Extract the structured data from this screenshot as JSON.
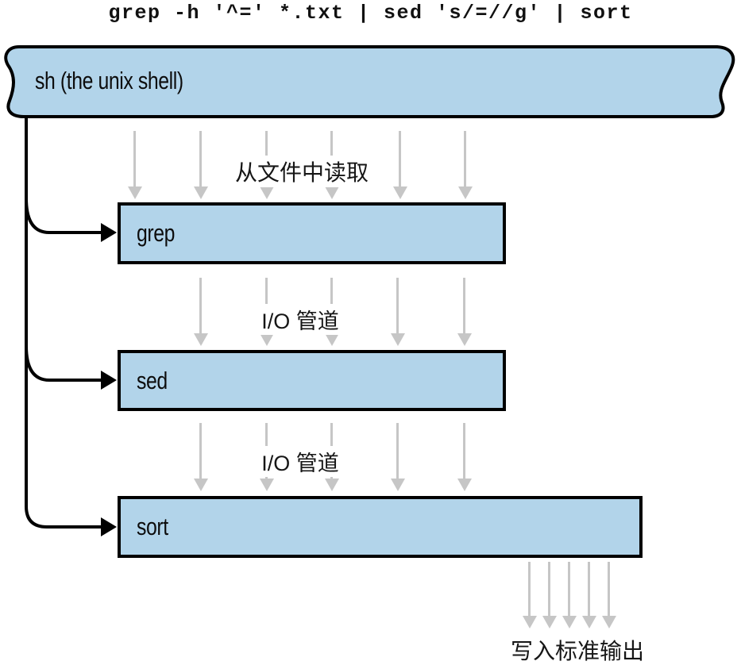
{
  "title": "grep -h '^=' *.txt | sed 's/=//g' | sort",
  "banner": {
    "label": "sh (the unix shell)"
  },
  "processes": [
    {
      "label": "grep"
    },
    {
      "label": "sed"
    },
    {
      "label": "sort"
    }
  ],
  "flow_labels": {
    "read_from_files": "从文件中读取",
    "io_pipe_top": "I/O 管道",
    "io_pipe_bottom": "I/O 管道",
    "write_stdout": "写入标准输出"
  },
  "colors": {
    "box_fill": "#b2d4ea",
    "box_border": "#000000",
    "arrow_gray": "#c6c6c6",
    "connector_black": "#000000"
  }
}
